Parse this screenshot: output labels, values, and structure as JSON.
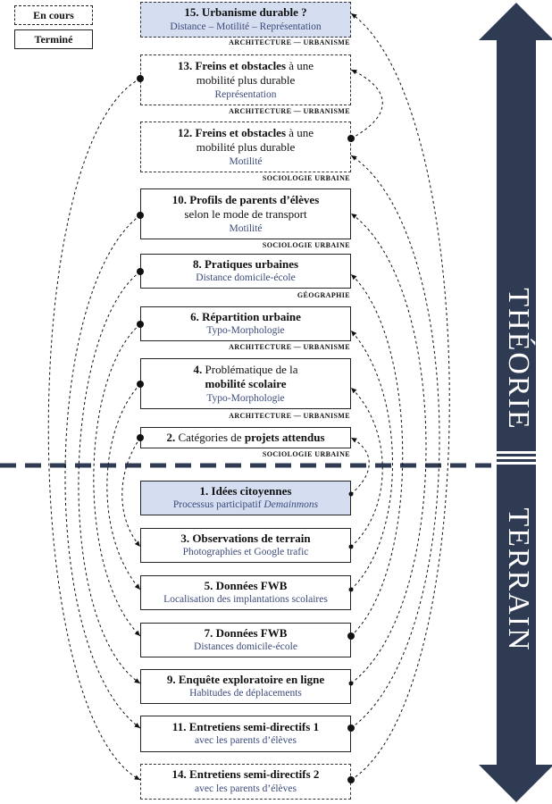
{
  "legend": {
    "in_progress": "En cours",
    "done": "Terminé"
  },
  "arrow_labels": {
    "top": "THÉORIE",
    "bottom": "TERRAIN"
  },
  "boxes": [
    {
      "id": "b15",
      "style": "dashed",
      "blue": true,
      "lines": [
        [
          {
            "t": "15. Urbanisme durable ?",
            "b": true
          }
        ]
      ],
      "sub": [
        {
          "t": "Distance – Motilité – Représentation"
        }
      ],
      "discipline": "ARCHITECTURE — URBANISME"
    },
    {
      "id": "b13",
      "style": "dashed",
      "blue": false,
      "lines": [
        [
          {
            "t": "13. Freins et obstacles",
            "b": true
          },
          {
            "t": " à une"
          }
        ],
        [
          {
            "t": "mobilité plus durable"
          }
        ]
      ],
      "sub": [
        {
          "t": "Représentation"
        }
      ],
      "discipline": "ARCHITECTURE — URBANISME"
    },
    {
      "id": "b12",
      "style": "dashed",
      "blue": false,
      "lines": [
        [
          {
            "t": "12. Freins et obstacles",
            "b": true
          },
          {
            "t": " à une"
          }
        ],
        [
          {
            "t": "mobilité plus durable"
          }
        ]
      ],
      "sub": [
        {
          "t": "Motilité"
        }
      ],
      "discipline": "SOCIOLOGIE URBAINE"
    },
    {
      "id": "b10",
      "style": "solid",
      "blue": false,
      "lines": [
        [
          {
            "t": "10. Profils de parents d’élèves",
            "b": true
          }
        ],
        [
          {
            "t": "selon le mode de transport"
          }
        ]
      ],
      "sub": [
        {
          "t": "Motilité"
        }
      ],
      "discipline": "SOCIOLOGIE URBAINE"
    },
    {
      "id": "b8",
      "style": "solid",
      "blue": false,
      "lines": [
        [
          {
            "t": "8. Pratiques urbaines",
            "b": true
          }
        ]
      ],
      "sub": [
        {
          "t": "Distance domicile-école"
        }
      ],
      "discipline": "GÉOGRAPHIE"
    },
    {
      "id": "b6",
      "style": "solid",
      "blue": false,
      "lines": [
        [
          {
            "t": "6. Répartition urbaine",
            "b": true
          }
        ]
      ],
      "sub": [
        {
          "t": "Typo-Morphologie"
        }
      ],
      "discipline": "ARCHITECTURE — URBANISME"
    },
    {
      "id": "b4",
      "style": "solid",
      "blue": false,
      "lines": [
        [
          {
            "t": "4.",
            "b": true
          },
          {
            "t": " Problématique de la"
          }
        ],
        [
          {
            "t": "mobilité scolaire",
            "b": true
          }
        ]
      ],
      "sub": [
        {
          "t": "Typo-Morphologie"
        }
      ],
      "discipline": "ARCHITECTURE — URBANISME"
    },
    {
      "id": "b2",
      "style": "solid",
      "blue": false,
      "lines": [
        [
          {
            "t": "2.",
            "b": true
          },
          {
            "t": " Catégories de "
          },
          {
            "t": "projets attendus",
            "b": true
          }
        ]
      ],
      "sub": [],
      "discipline": "SOCIOLOGIE URBAINE"
    },
    {
      "id": "b1",
      "style": "solid",
      "blue": true,
      "lines": [
        [
          {
            "t": "1. Idées citoyennes",
            "b": true
          }
        ]
      ],
      "sub": [
        {
          "t": "Processus participatif "
        },
        {
          "t": "Demainmons",
          "i": true
        }
      ],
      "discipline": ""
    },
    {
      "id": "b3",
      "style": "solid",
      "blue": false,
      "lines": [
        [
          {
            "t": "3. Observations de terrain",
            "b": true
          }
        ]
      ],
      "sub": [
        {
          "t": "Photographies et Google trafic"
        }
      ],
      "discipline": ""
    },
    {
      "id": "b5",
      "style": "solid",
      "blue": false,
      "lines": [
        [
          {
            "t": "5. Données FWB",
            "b": true
          }
        ]
      ],
      "sub": [
        {
          "t": "Localisation des implantations scolaires"
        }
      ],
      "discipline": ""
    },
    {
      "id": "b7",
      "style": "solid",
      "blue": false,
      "lines": [
        [
          {
            "t": "7. Données FWB",
            "b": true
          }
        ]
      ],
      "sub": [
        {
          "t": "Distances domicile-école"
        }
      ],
      "discipline": ""
    },
    {
      "id": "b9",
      "style": "solid",
      "blue": false,
      "lines": [
        [
          {
            "t": "9. Enquête exploratoire en ligne",
            "b": true
          }
        ]
      ],
      "sub": [
        {
          "t": "Habitudes de déplacements"
        }
      ],
      "discipline": ""
    },
    {
      "id": "b11",
      "style": "solid",
      "blue": false,
      "lines": [
        [
          {
            "t": "11. Entretiens semi-directifs 1",
            "b": true
          }
        ]
      ],
      "sub": [
        {
          "t": "avec les parents d’élèves"
        }
      ],
      "discipline": ""
    },
    {
      "id": "b14",
      "style": "dashed",
      "blue": false,
      "lines": [
        [
          {
            "t": "14. Entretiens semi-directifs 2",
            "b": true
          }
        ]
      ],
      "sub": [
        {
          "t": "avec les parents d’élèves"
        }
      ],
      "discipline": ""
    }
  ]
}
